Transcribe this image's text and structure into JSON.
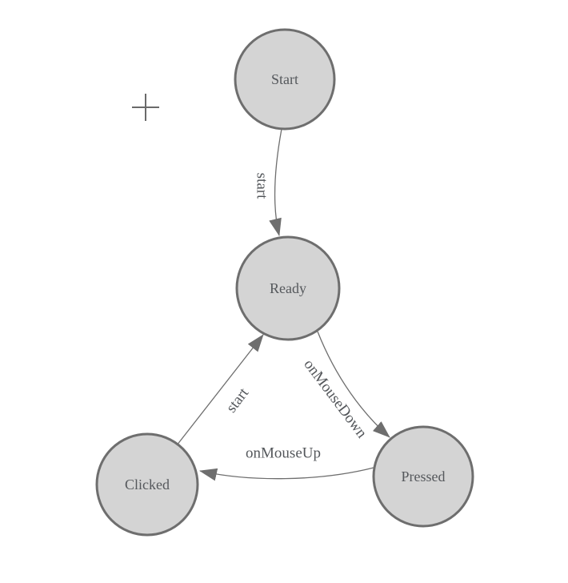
{
  "diagram": {
    "type": "state-machine",
    "nodes": [
      {
        "id": "start",
        "label": "Start"
      },
      {
        "id": "ready",
        "label": "Ready"
      },
      {
        "id": "pressed",
        "label": "Pressed"
      },
      {
        "id": "clicked",
        "label": "Clicked"
      }
    ],
    "edges": [
      {
        "from": "Start",
        "to": "Ready",
        "label": "start"
      },
      {
        "from": "Ready",
        "to": "Pressed",
        "label": "onMouseDown"
      },
      {
        "from": "Pressed",
        "to": "Clicked",
        "label": "onMouseUp"
      },
      {
        "from": "Clicked",
        "to": "Ready",
        "label": "start"
      }
    ],
    "colors": {
      "node_fill": "#d4d4d4",
      "node_border": "#6e6e6e",
      "edge_line": "#6e6e6e",
      "label_text": "#54575b"
    },
    "cursor_icon": "crosshair"
  }
}
